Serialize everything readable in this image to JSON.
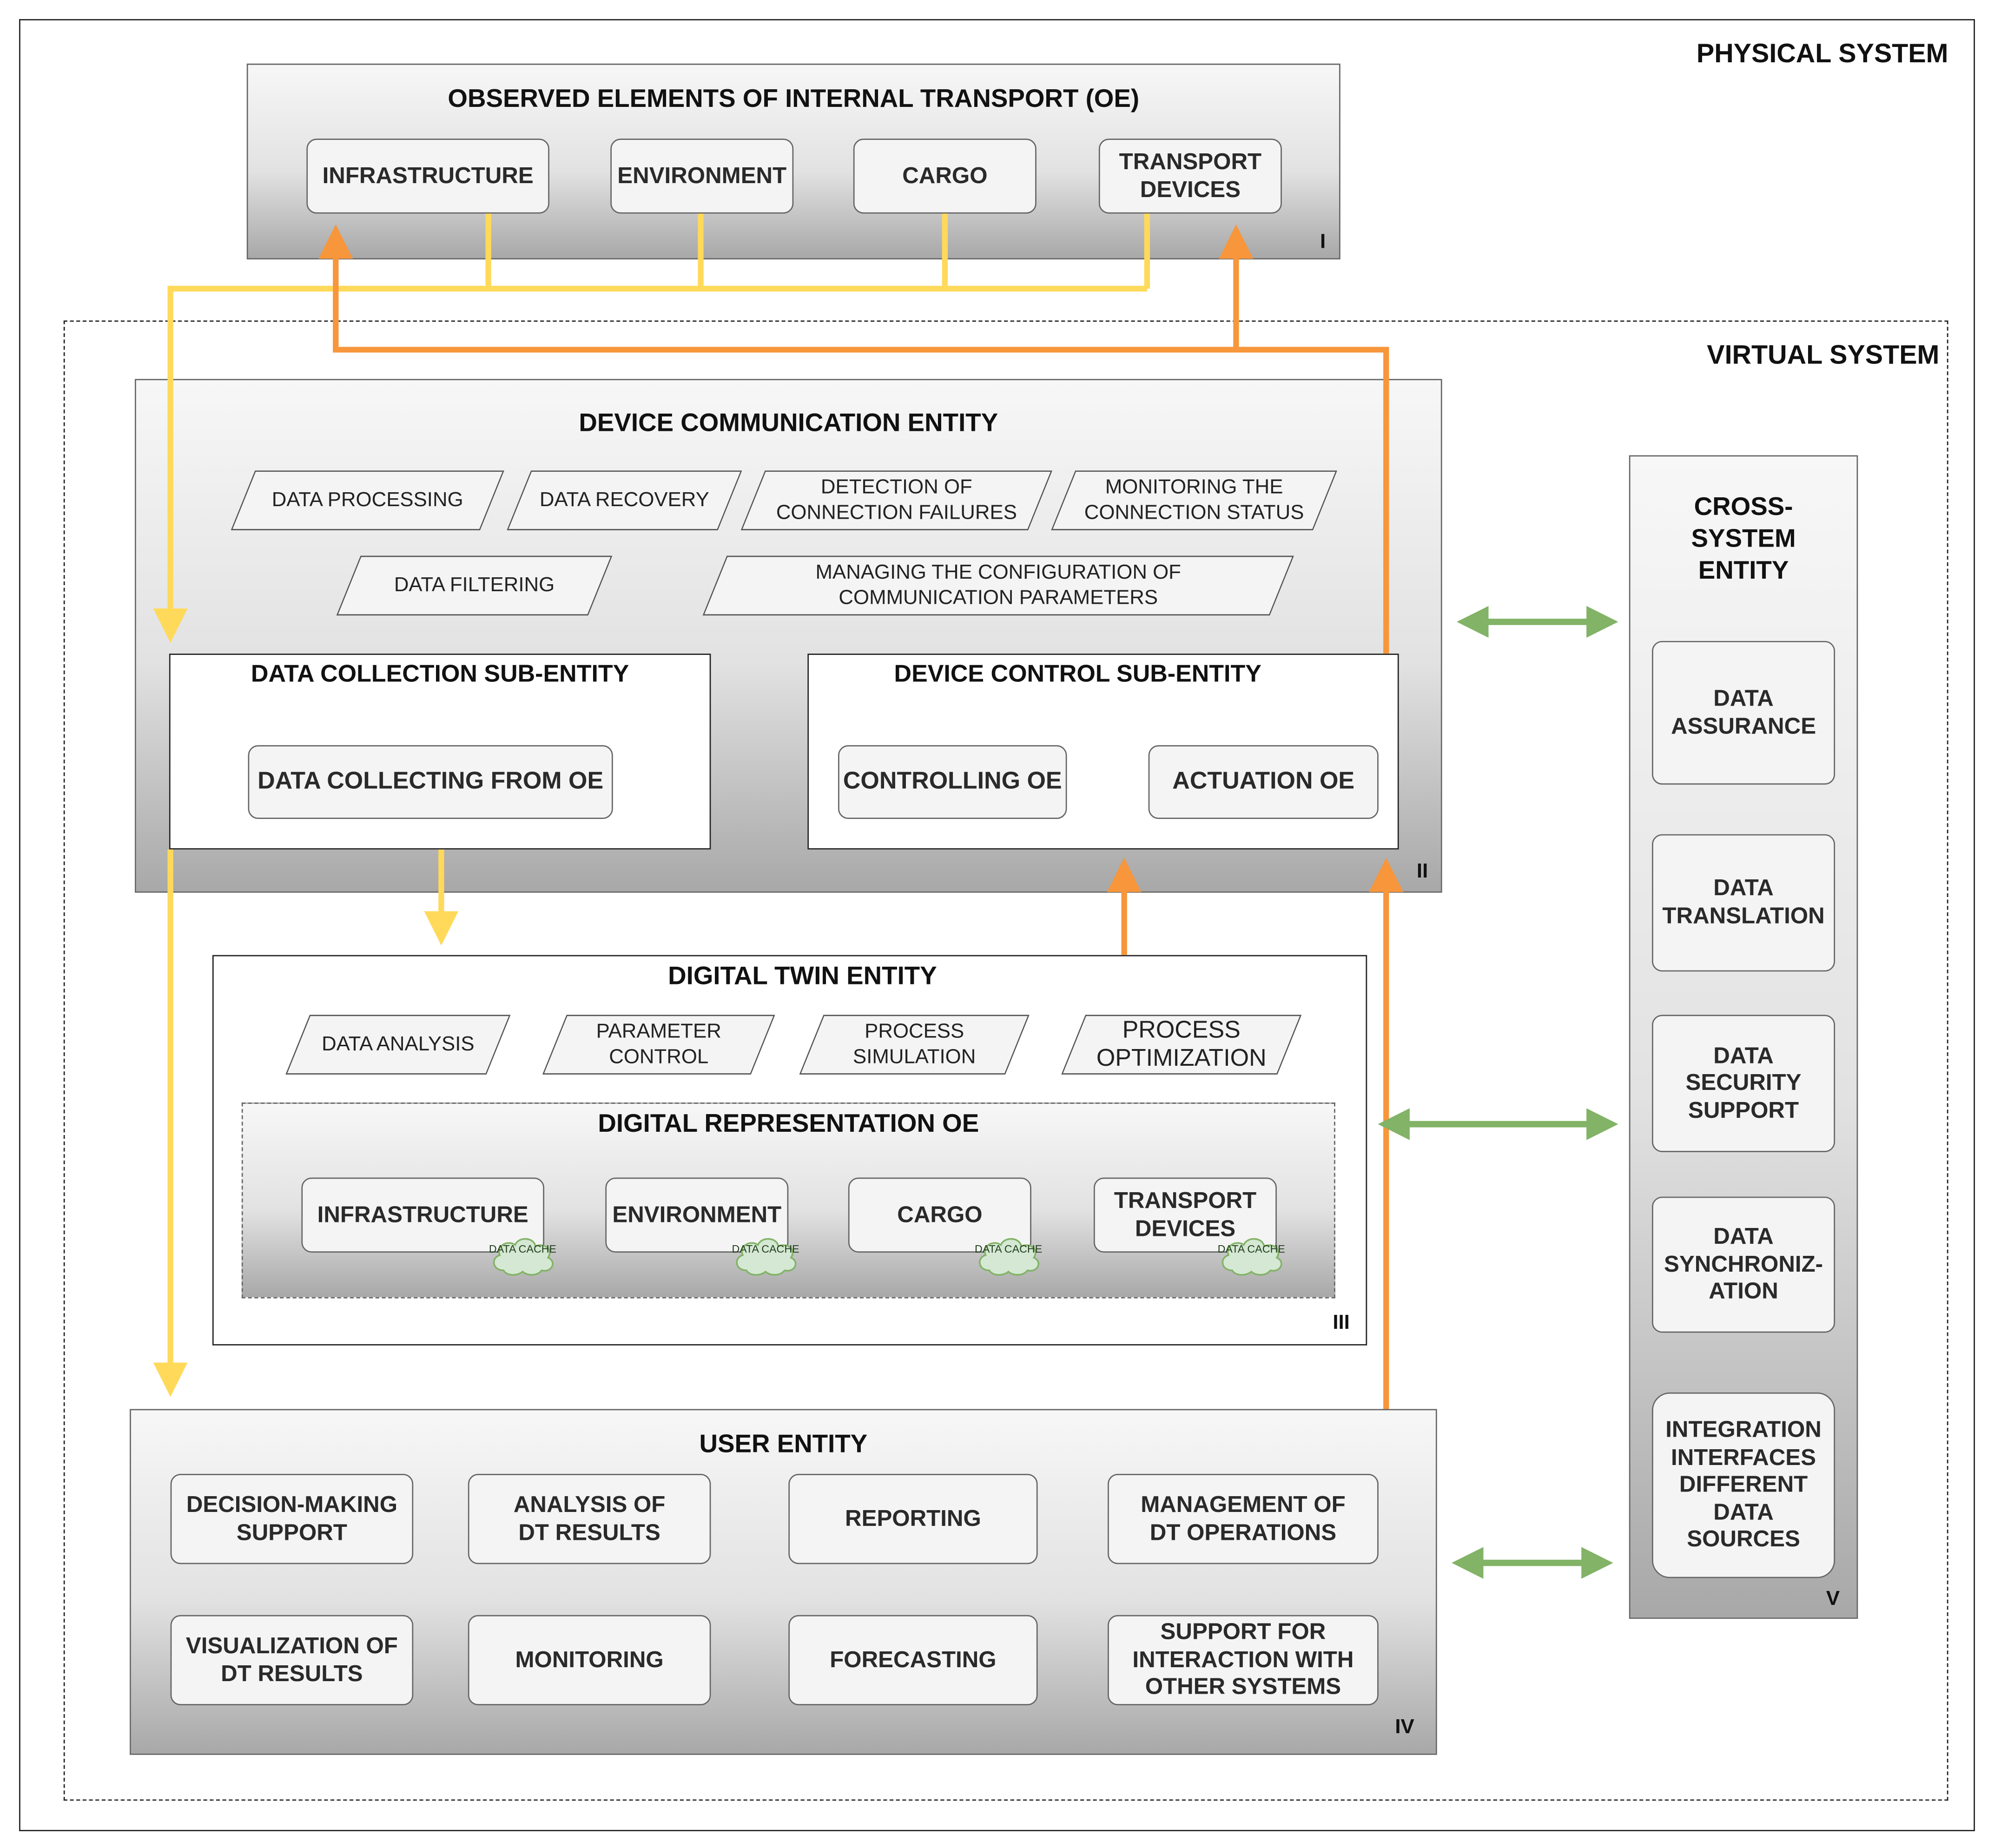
{
  "physical_system": {
    "label": "PHYSICAL SYSTEM",
    "oe_box": {
      "title": "OBSERVED ELEMENTS OF INTERNAL TRANSPORT (OE)",
      "roman": "I",
      "items": [
        "INFRASTRUCTURE",
        "ENVIRONMENT",
        "CARGO",
        "TRANSPORT DEVICES"
      ]
    }
  },
  "virtual_system": {
    "label": "VIRTUAL SYSTEM",
    "device_communication": {
      "title": "DEVICE COMMUNICATION ENTITY",
      "roman": "II",
      "functions": [
        "DATA PROCESSING",
        "DATA RECOVERY",
        "DETECTION OF CONNECTION FAILURES",
        "MONITORING THE CONNECTION STATUS",
        "DATA FILTERING",
        "MANAGING THE CONFIGURATION OF COMMUNICATION PARAMETERS"
      ],
      "data_collection": {
        "title": "DATA COLLECTION SUB-ENTITY",
        "items": [
          "DATA COLLECTING FROM OE"
        ]
      },
      "device_control": {
        "title": "DEVICE CONTROL SUB-ENTITY",
        "items": [
          "CONTROLLING OE",
          "ACTUATION OE"
        ]
      }
    },
    "digital_twin": {
      "title": "DIGITAL TWIN ENTITY",
      "roman": "III",
      "functions": [
        "DATA ANALYSIS",
        "PARAMETER CONTROL",
        "PROCESS SIMULATION",
        "PROCESS OPTIMIZATION"
      ],
      "representation": {
        "title": "DIGITAL REPRESENTATION OE",
        "items": [
          "INFRASTRUCTURE",
          "ENVIRONMENT",
          "CARGO",
          "TRANSPORT DEVICES"
        ],
        "cache_label": "DATA CACHE"
      }
    },
    "user_entity": {
      "title": "USER ENTITY",
      "roman": "IV",
      "items": [
        "DECISION-MAKING SUPPORT",
        "ANALYSIS OF DT RESULTS",
        "REPORTING",
        "MANAGEMENT OF DT OPERATIONS",
        "VISUALIZATION OF DT RESULTS",
        "MONITORING",
        "FORECASTING",
        "SUPPORT FOR INTERACTION WITH OTHER SYSTEMS"
      ]
    },
    "cross_system": {
      "title": "CROSS-SYSTEM ENTITY",
      "roman": "V",
      "items": [
        "DATA ASSURANCE",
        "DATA TRANSLATION",
        "DATA SECURITY SUPPORT",
        "DATA SYNCHRONIZ-ATION",
        "INTEGRATION INTERFACES DIFFERENT DATA SOURCES"
      ]
    }
  },
  "colors": {
    "yellow_flow": "#ffd95a",
    "orange_flow": "#f7963b",
    "green_flow": "#82b366",
    "cache_fill": "#d5e8d4",
    "cache_stroke": "#82b366"
  }
}
